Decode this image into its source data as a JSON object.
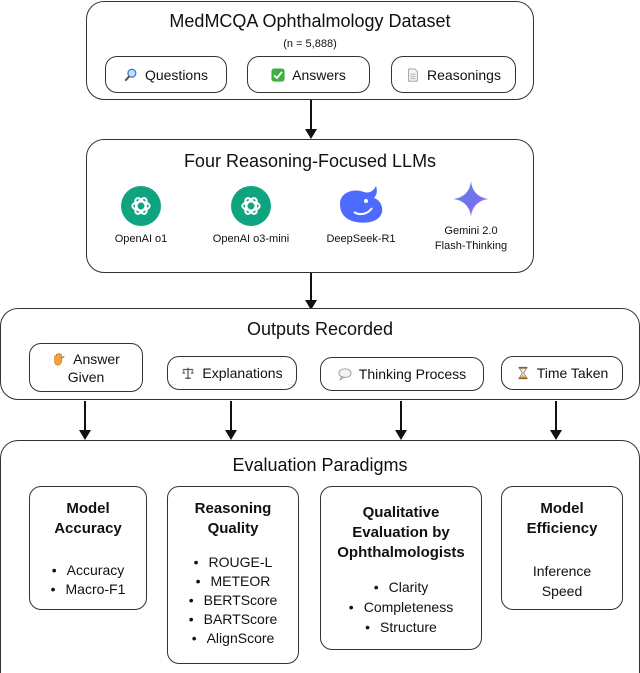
{
  "dataset": {
    "title": "MedMCQA Ophthalmology Dataset",
    "subtitle": "(n = 5,888)",
    "items": [
      {
        "label": "Questions",
        "icon": "magnifier-icon"
      },
      {
        "label": "Answers",
        "icon": "check-icon"
      },
      {
        "label": "Reasonings",
        "icon": "document-icon"
      }
    ]
  },
  "llms": {
    "title": "Four Reasoning-Focused LLMs",
    "models": [
      {
        "name": "OpenAI o1",
        "icon": "openai-logo"
      },
      {
        "name": "OpenAI o3-mini",
        "icon": "openai-logo"
      },
      {
        "name": "DeepSeek-R1",
        "icon": "deepseek-whale-logo"
      },
      {
        "name": "Gemini 2.0",
        "name2": "Flash-Thinking",
        "icon": "gemini-star-logo"
      }
    ]
  },
  "outputs": {
    "title": "Outputs Recorded",
    "items": [
      {
        "label": "Answer",
        "label2": "Given",
        "icon": "hand-icon"
      },
      {
        "label": "Explanations",
        "icon": "scales-icon"
      },
      {
        "label": "Thinking Process",
        "icon": "speech-bubble-icon"
      },
      {
        "label": "Time Taken",
        "icon": "hourglass-icon"
      }
    ]
  },
  "evaluation": {
    "title": "Evaluation Paradigms",
    "groups": [
      {
        "title": "Model",
        "title2": "Accuracy",
        "items": [
          "Accuracy",
          "Macro-F1"
        ]
      },
      {
        "title": "Reasoning",
        "title2": "Quality",
        "items": [
          "ROUGE-L",
          "METEOR",
          "BERTScore",
          "BARTScore",
          "AlignScore"
        ]
      },
      {
        "title": "Qualitative",
        "title2": "Evaluation by",
        "title3": "Ophthalmologists",
        "items": [
          "Clarity",
          "Completeness",
          "Structure"
        ]
      },
      {
        "title": "Model",
        "title2": "Efficiency",
        "plain": "Inference",
        "plain2": "Speed"
      }
    ]
  },
  "colors": {
    "openai_green": "#10a37f",
    "deepseek_blue": "#4d6bfe",
    "gemini_blue": "#4a90e2"
  }
}
